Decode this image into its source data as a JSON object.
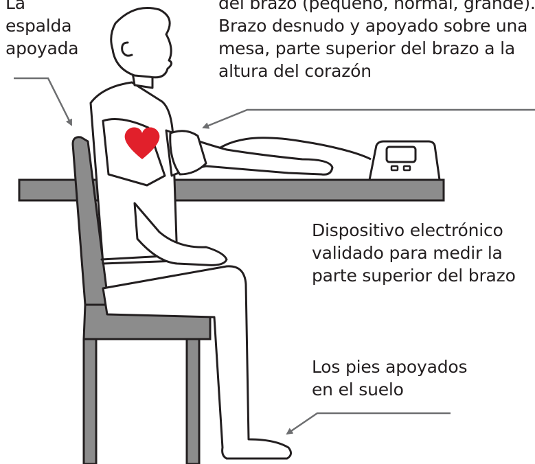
{
  "labels": {
    "back": {
      "lines": [
        "La",
        "espalda",
        "apoyada"
      ]
    },
    "arm": {
      "lines": [
        "del brazo (pequeño, normal, grande).",
        "Brazo desnudo y apoyado sobre una",
        "mesa, parte superior del brazo a la",
        "altura del corazón"
      ]
    },
    "device": {
      "lines": [
        "Dispositivo electrónico",
        "validado para medir la",
        "parte superior del brazo"
      ]
    },
    "feet": {
      "lines": [
        "Los pies apoyados",
        "en el suelo"
      ]
    }
  },
  "colors": {
    "line": "#231f20",
    "gray": "#8c8c8c",
    "heart": "#e1202b",
    "pointer": "#6d6e70"
  }
}
